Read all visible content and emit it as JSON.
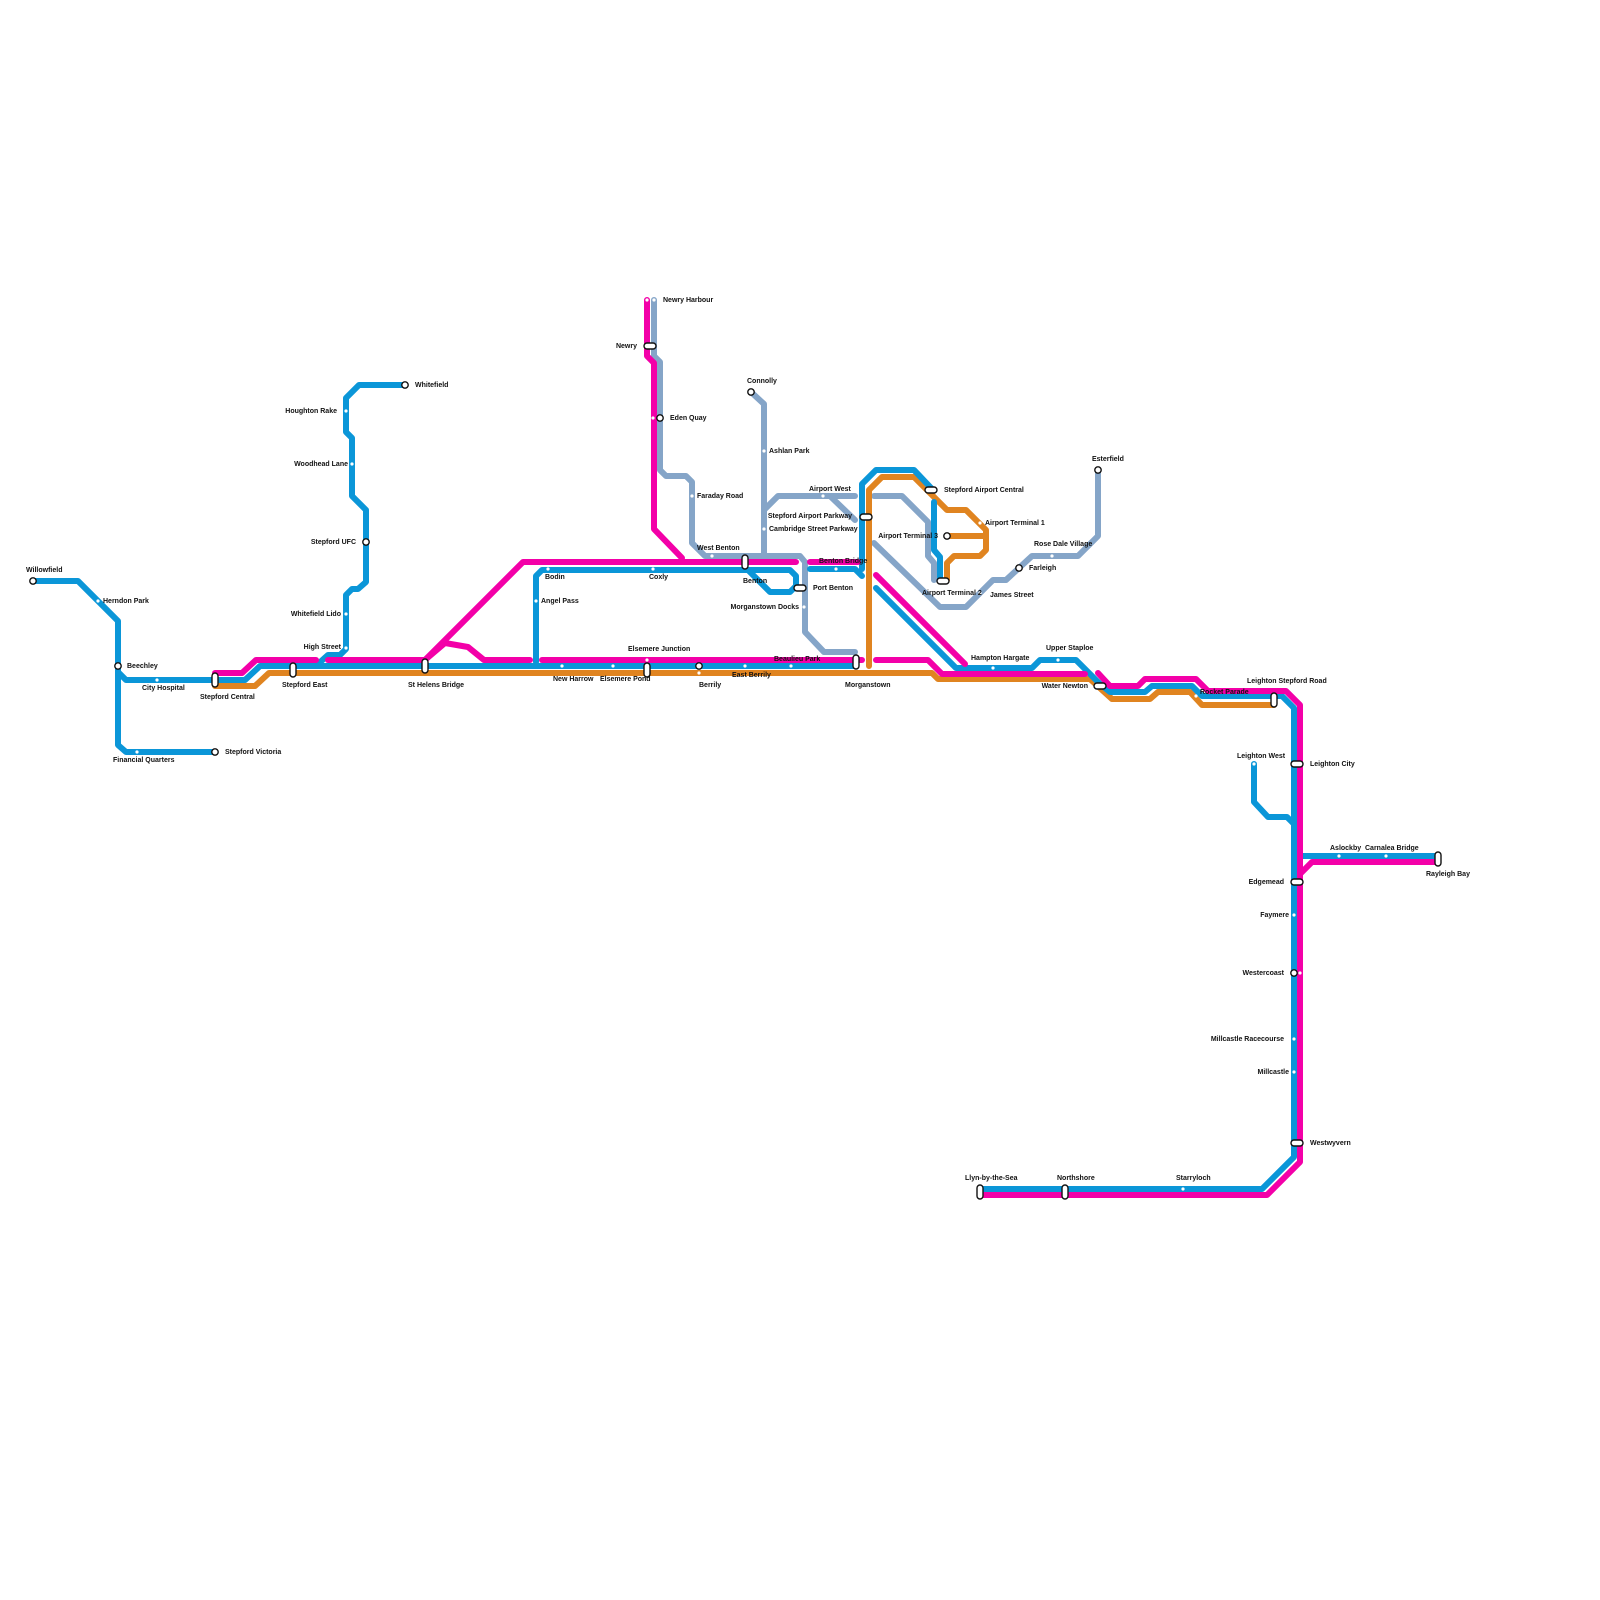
{
  "lines": {
    "blue": {
      "color": "#0b96d8"
    },
    "magenta": {
      "color": "#f300a8"
    },
    "orange": {
      "color": "#e08420"
    },
    "grey": {
      "color": "#85a5c8"
    }
  },
  "stations": {
    "willowfield": "Willowfield",
    "herndon_park": "Herndon Park",
    "beechley": "Beechley",
    "city_hospital": "City Hospital",
    "stepford_central": "Stepford Central",
    "financial_quarters": "Financial Quarters",
    "stepford_victoria": "Stepford Victoria",
    "stepford_east": "Stepford East",
    "high_street": "High Street",
    "whitefield_lido": "Whitefield Lido",
    "stepford_ufc": "Stepford UFC",
    "woodhead_lane": "Woodhead Lane",
    "houghton_rake": "Houghton Rake",
    "whitefield": "Whitefield",
    "st_helens_bridge": "St Helens Bridge",
    "bodin": "Bodin",
    "angel_pass": "Angel Pass",
    "new_harrow": "New Harrow",
    "elsemere_pond": "Elsemere Pond",
    "elsemere_junction": "Elsemere Junction",
    "berrily": "Berrily",
    "east_berrily": "East Berrily",
    "beaulieu_park": "Beaulieu Park",
    "morganstown": "Morganstown",
    "coxly": "Coxly",
    "newry_harbour": "Newry Harbour",
    "newry": "Newry",
    "eden_quay": "Eden Quay",
    "faraday_road": "Faraday Road",
    "west_benton": "West Benton",
    "benton": "Benton",
    "port_benton": "Port Benton",
    "morganstown_docks": "Morganstown Docks",
    "connolly": "Connolly",
    "ashlan_park": "Ashlan Park",
    "airport_west": "Airport West",
    "stepford_airport_parkway": "Stepford Airport Parkway",
    "cambridge_street_parkway": "Cambridge Street Parkway",
    "benton_bridge": "Benton Bridge",
    "stepford_airport_central": "Stepford Airport Central",
    "airport_terminal_1": "Airport Terminal 1",
    "airport_terminal_3": "Airport Terminal 3",
    "airport_terminal_2": "Airport Terminal 2",
    "james_street": "James Street",
    "farleigh": "Farleigh",
    "rose_dale_village": "Rose Dale Village",
    "esterfield": "Esterfield",
    "hampton_hargate": "Hampton Hargate",
    "upper_staploe": "Upper Staploe",
    "water_newton": "Water Newton",
    "rocket_parade": "Rocket Parade",
    "leighton_stepford_road": "Leighton Stepford Road",
    "leighton_west": "Leighton West",
    "leighton_city": "Leighton City",
    "aslockby": "Aslockby",
    "carnalea_bridge": "Carnalea Bridge",
    "rayleigh_bay": "Rayleigh Bay",
    "edgemead": "Edgemead",
    "faymere": "Faymere",
    "westercoast": "Westercoast",
    "millcastle_racecourse": "Millcastle Racecourse",
    "millcastle": "Millcastle",
    "westwyvern": "Westwyvern",
    "llyn_by_the_sea": "Llyn-by-the-Sea",
    "northshore": "Northshore",
    "starryloch": "Starryloch"
  }
}
